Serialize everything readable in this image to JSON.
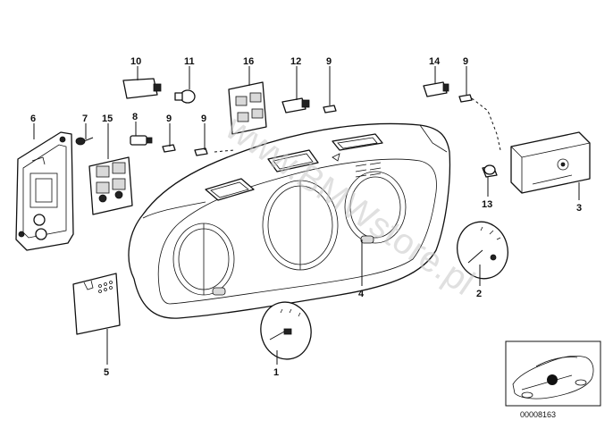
{
  "watermark": "www.BMWstore.pl",
  "diagram_id": "00008163",
  "callouts": {
    "c1": "1",
    "c2": "2",
    "c3": "3",
    "c4": "4",
    "c5": "5",
    "c6": "6",
    "c7": "7",
    "c8": "8",
    "c9a": "9",
    "c9b": "9",
    "c9c": "9",
    "c9d": "9",
    "c10": "10",
    "c11": "11",
    "c12": "12",
    "c13": "13",
    "c14": "14",
    "c15": "15",
    "c16": "16"
  }
}
